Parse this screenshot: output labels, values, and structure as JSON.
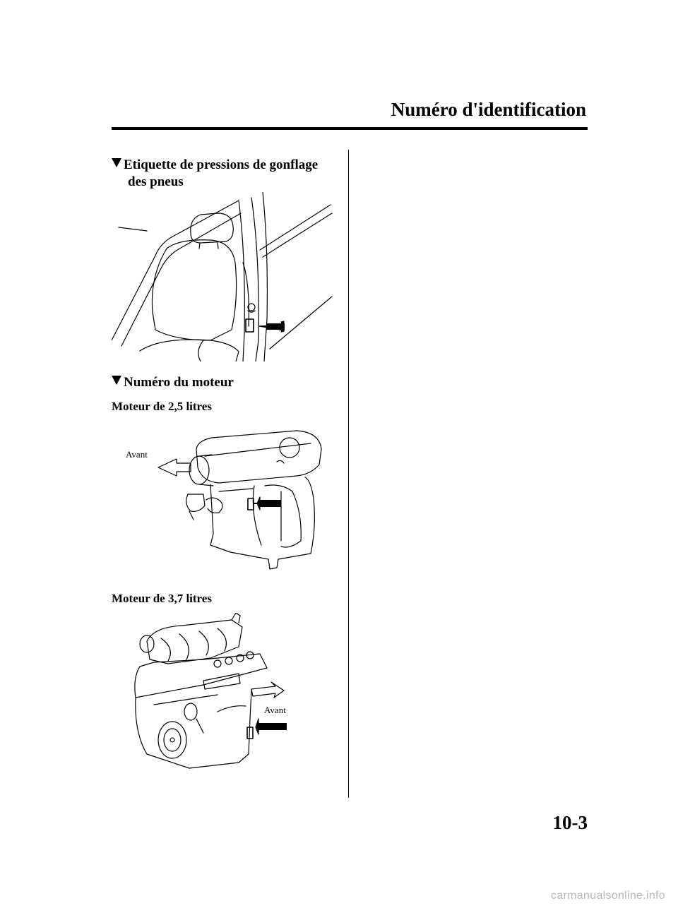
{
  "header": {
    "title": "Numéro d'identification"
  },
  "sections": {
    "tire_label": {
      "heading_line1": "Etiquette de pressions de gonflage",
      "heading_line2": "des pneus"
    },
    "engine": {
      "heading": "Numéro du moteur"
    }
  },
  "engines": {
    "engine_25": {
      "label": "Moteur de 2,5 litres",
      "arrow_label": "Avant"
    },
    "engine_37": {
      "label": "Moteur de 3,7 litres",
      "arrow_label": "Avant"
    }
  },
  "footer": {
    "page_number": "10-3",
    "watermark": "carmanualsonline.info"
  }
}
